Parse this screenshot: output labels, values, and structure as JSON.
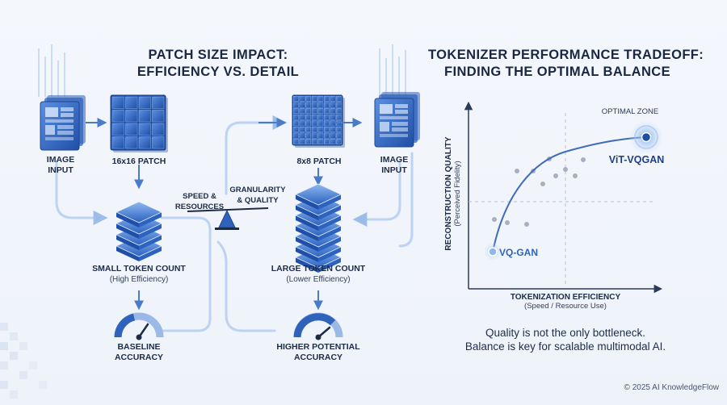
{
  "left_panel": {
    "title_line1": "PATCH SIZE IMPACT:",
    "title_line2": "EFFICIENCY VS. DETAIL",
    "image_input_left_line1": "IMAGE",
    "image_input_left_line2": "INPUT",
    "patch_16": "16x16 PATCH",
    "patch_8": "8x8 PATCH",
    "image_input_right_line1": "IMAGE",
    "image_input_right_line2": "INPUT",
    "speed_line1": "SPEED &",
    "speed_line2": "RESOURCES",
    "granularity_line1": "GRANULARITY",
    "granularity_line2": "& QUALITY",
    "small_token": "SMALL TOKEN COUNT",
    "small_token_sub": "(High Efficiency)",
    "large_token": "LARGE TOKEN COUNT",
    "large_token_sub": "(Lower Efficiency)",
    "baseline_line1": "BASELINE",
    "baseline_line2": "ACCURACY",
    "higher_line1": "HIGHER POTENTIAL",
    "higher_line2": "ACCURACY"
  },
  "right_panel": {
    "title_line1": "TOKENIZER PERFORMANCE TRADEOFF:",
    "title_line2": "FINDING THE OPTIMAL BALANCE",
    "y_axis_label": "RECONSTRUCTION QUALITY",
    "y_axis_sub": "(Perceived Fidelity)",
    "x_axis_label": "TOKENIZATION EFFICIENCY",
    "x_axis_sub": "(Speed / Resource Use)",
    "optimal_zone": "OPTIMAL ZONE",
    "vit_vqgan": "ViT-VQGAN",
    "vq_gan": "VQ-GAN",
    "caption_line1": "Quality is not the only bottleneck.",
    "caption_line2": "Balance is key for scalable multimodal AI."
  },
  "footer": "© 2025 AI KnowledgeFlow",
  "colors": {
    "accent_dark": "#1e4fa8",
    "accent_mid": "#3f78d0",
    "accent_light": "#8fb8ee",
    "scatter_gray": "#a8b0bf"
  }
}
